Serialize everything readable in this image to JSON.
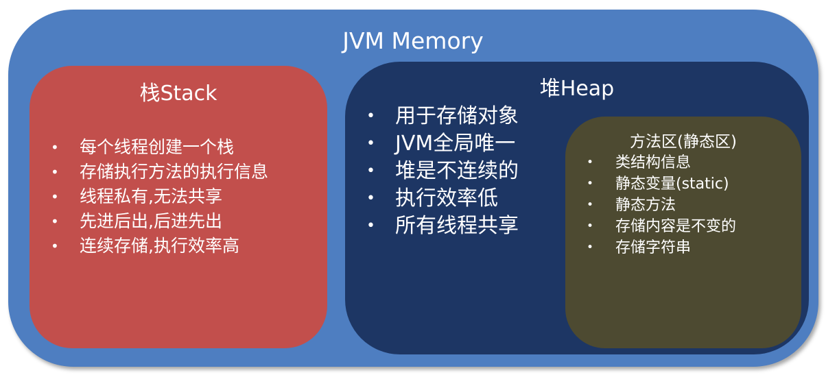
{
  "jvm": {
    "title": "JVM Memory"
  },
  "stack": {
    "title": "栈Stack",
    "items": [
      "每个线程创建一个栈",
      "存储执行方法的执行信息",
      "线程私有,无法共享",
      "先进后出,后进先出",
      "连续存储,执行效率高"
    ]
  },
  "heap": {
    "title": "堆Heap",
    "items": [
      "用于存储对象",
      "JVM全局唯一",
      "堆是不连续的",
      "执行效率低",
      "所有线程共享"
    ]
  },
  "method_area": {
    "title": "方法区(静态区)",
    "items": [
      "类结构信息",
      "静态变量(static)",
      "静态方法",
      "存储内容是不变的",
      "存储字符串"
    ]
  },
  "colors": {
    "jvm": "#4e7ec1",
    "stack": "#c24f4c",
    "heap": "#1d3664",
    "method_area": "#4d4a31",
    "text": "#ffffff"
  },
  "bullet_symbol": "•"
}
